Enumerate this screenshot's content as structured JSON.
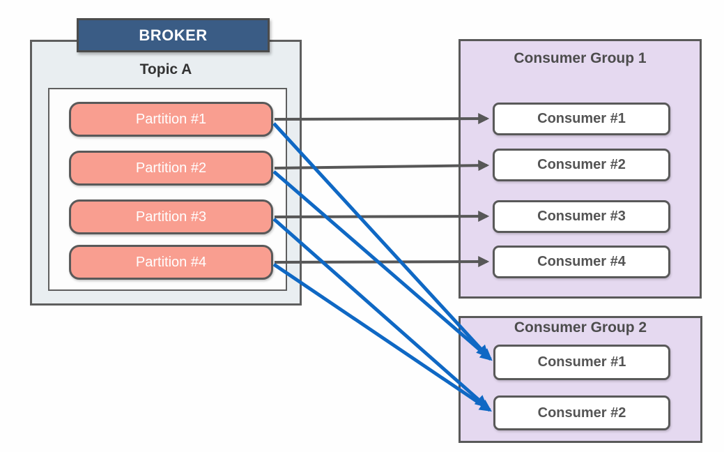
{
  "diagram": {
    "broker": {
      "label": "BROKER",
      "topic": {
        "label": "Topic A",
        "partitions": [
          {
            "label": "Partition #1"
          },
          {
            "label": "Partition #2"
          },
          {
            "label": "Partition #3"
          },
          {
            "label": "Partition #4"
          }
        ]
      }
    },
    "consumer_groups": [
      {
        "title": "Consumer Group 1",
        "consumers": [
          {
            "label": "Consumer #1"
          },
          {
            "label": "Consumer #2"
          },
          {
            "label": "Consumer #3"
          },
          {
            "label": "Consumer #4"
          }
        ]
      },
      {
        "title": "Consumer Group 2",
        "consumers": [
          {
            "label": "Consumer #1"
          },
          {
            "label": "Consumer #2"
          }
        ]
      }
    ],
    "connections": [
      {
        "from": "Topic A / Partition #1",
        "to": "Consumer Group 1 / Consumer #1",
        "style": "gray"
      },
      {
        "from": "Topic A / Partition #2",
        "to": "Consumer Group 1 / Consumer #2",
        "style": "gray"
      },
      {
        "from": "Topic A / Partition #3",
        "to": "Consumer Group 1 / Consumer #3",
        "style": "gray"
      },
      {
        "from": "Topic A / Partition #4",
        "to": "Consumer Group 1 / Consumer #4",
        "style": "gray"
      },
      {
        "from": "Topic A / Partition #1",
        "to": "Consumer Group 2 / Consumer #1",
        "style": "blue"
      },
      {
        "from": "Topic A / Partition #2",
        "to": "Consumer Group 2 / Consumer #1",
        "style": "blue"
      },
      {
        "from": "Topic A / Partition #3",
        "to": "Consumer Group 2 / Consumer #2",
        "style": "blue"
      },
      {
        "from": "Topic A / Partition #4",
        "to": "Consumer Group 2 / Consumer #2",
        "style": "blue"
      }
    ],
    "colors": {
      "broker_header_fill": "#3a5c85",
      "broker_box_fill": "#e9eef1",
      "partition_fill": "#f99e90",
      "consumer_group_fill": "#e5d9f0",
      "consumer_fill": "#ffffff",
      "border_gray": "#595959",
      "arrow_gray": "#575757",
      "arrow_blue": "#0f68c4"
    }
  }
}
